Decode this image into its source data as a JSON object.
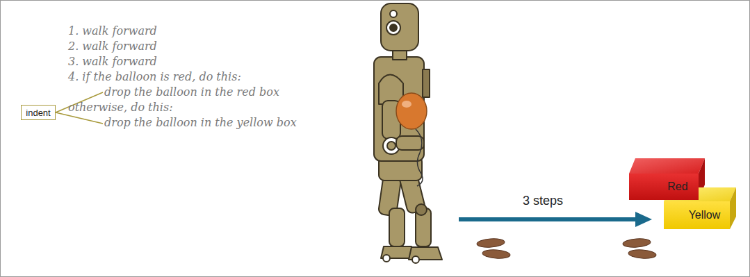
{
  "diagram": {
    "nodes": [
      {
        "text": [
          "indent"
        ]
      },
      {
        "text": [
          "Red"
        ]
      },
      {
        "text": [
          "Yellow"
        ]
      }
    ],
    "labels": [
      "1. walk forward",
      "2. walk forward",
      "3. walk forward",
      "4. if the balloon is red, do this:",
      "drop the balloon in the red box",
      "otherwise, do this:",
      "drop the balloon in the yellow box",
      "3 steps"
    ]
  }
}
